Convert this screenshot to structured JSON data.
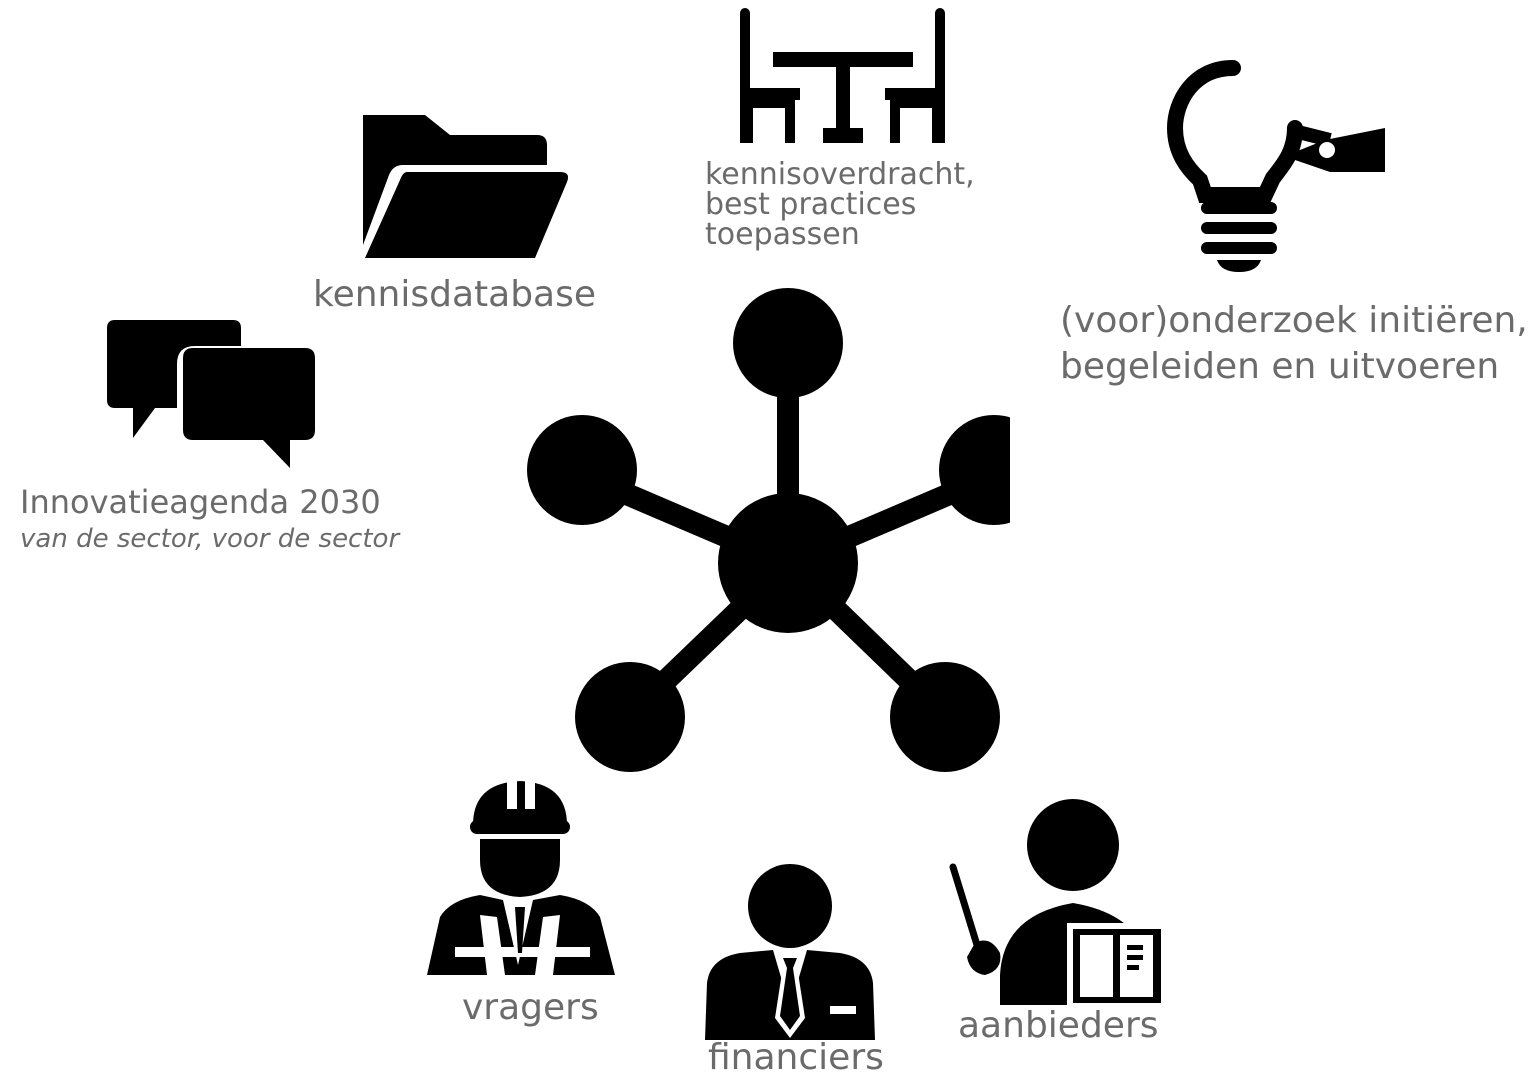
{
  "labels": {
    "kennisdatabase": "kennisdatabase",
    "kennisoverdracht_line1": "kennisoverdracht,",
    "kennisoverdracht_line2": "best practices",
    "kennisoverdracht_line3": "toepassen",
    "onderzoek_line1": "(voor)onderzoek initiëren,",
    "onderzoek_line2": "begeleiden en uitvoeren",
    "innovatie_title": "Innovatieagenda 2030",
    "innovatie_sub": "van de sector, voor de sector",
    "vragers": "vragers",
    "financiers": "financiers",
    "aanbieders": "aanbieders"
  },
  "colors": {
    "icon": "#000000",
    "text": "#6b6b6b",
    "background": "#ffffff"
  },
  "icons": [
    "folder-icon",
    "table-chairs-icon",
    "lightbulb-icon",
    "speech-bubbles-icon",
    "network-hub-icon",
    "worker-icon",
    "businessman-icon",
    "teacher-icon"
  ]
}
